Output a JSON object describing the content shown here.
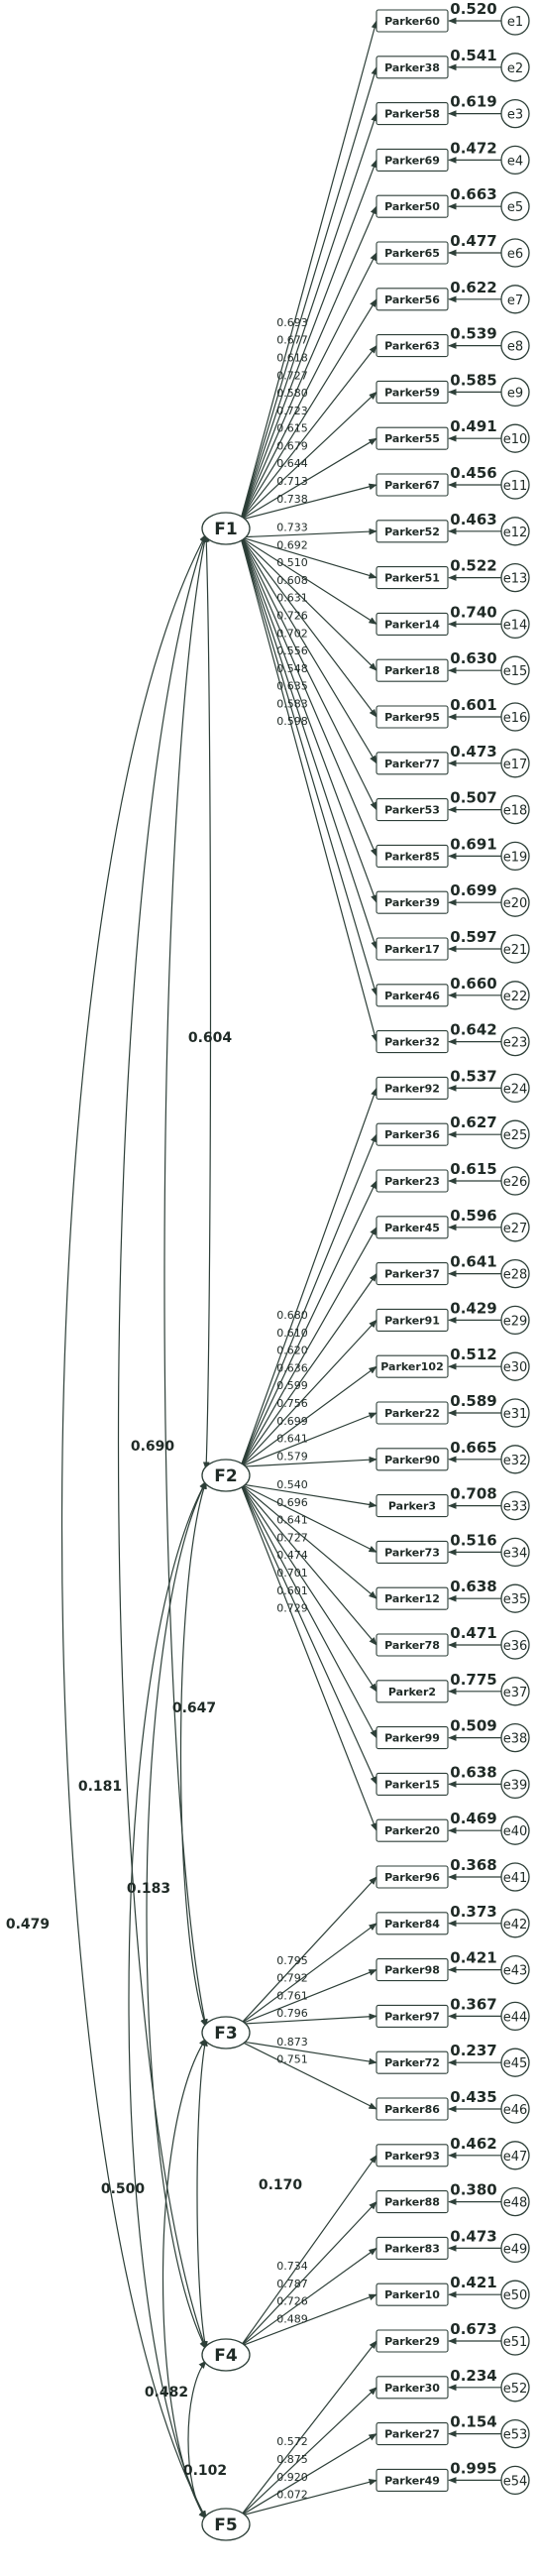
{
  "factors": [
    {
      "id": "F1",
      "label": "F1",
      "items": [
        {
          "name": "Parker60",
          "loading": "0.693",
          "residual": "0.520",
          "error": "e1"
        },
        {
          "name": "Parker38",
          "loading": "0.677",
          "residual": "0.541",
          "error": "e2"
        },
        {
          "name": "Parker58",
          "loading": "0.618",
          "residual": "0.619",
          "error": "e3"
        },
        {
          "name": "Parker69",
          "loading": "0.727",
          "residual": "0.472",
          "error": "e4"
        },
        {
          "name": "Parker50",
          "loading": "0.580",
          "residual": "0.663",
          "error": "e5"
        },
        {
          "name": "Parker65",
          "loading": "0.723",
          "residual": "0.477",
          "error": "e6"
        },
        {
          "name": "Parker56",
          "loading": "0.615",
          "residual": "0.622",
          "error": "e7"
        },
        {
          "name": "Parker63",
          "loading": "0.679",
          "residual": "0.539",
          "error": "e8"
        },
        {
          "name": "Parker59",
          "loading": "0.644",
          "residual": "0.585",
          "error": "e9"
        },
        {
          "name": "Parker55",
          "loading": "0.713",
          "residual": "0.491",
          "error": "e10"
        },
        {
          "name": "Parker67",
          "loading": "0.738",
          "residual": "0.456",
          "error": "e11"
        },
        {
          "name": "Parker52",
          "loading": "0.733",
          "residual": "0.463",
          "error": "e12"
        },
        {
          "name": "Parker51",
          "loading": "0.692",
          "residual": "0.522",
          "error": "e13"
        },
        {
          "name": "Parker14",
          "loading": "0.510",
          "residual": "0.740",
          "error": "e14"
        },
        {
          "name": "Parker18",
          "loading": "0.608",
          "residual": "0.630",
          "error": "e15"
        },
        {
          "name": "Parker95",
          "loading": "0.631",
          "residual": "0.601",
          "error": "e16"
        },
        {
          "name": "Parker77",
          "loading": "0.726",
          "residual": "0.473",
          "error": "e17"
        },
        {
          "name": "Parker53",
          "loading": "0.702",
          "residual": "0.507",
          "error": "e18"
        },
        {
          "name": "Parker85",
          "loading": "0.556",
          "residual": "0.691",
          "error": "e19"
        },
        {
          "name": "Parker39",
          "loading": "0.548",
          "residual": "0.699",
          "error": "e20"
        },
        {
          "name": "Parker17",
          "loading": "0.635",
          "residual": "0.597",
          "error": "e21"
        },
        {
          "name": "Parker46",
          "loading": "0.583",
          "residual": "0.660",
          "error": "e22"
        },
        {
          "name": "Parker32",
          "loading": "0.598",
          "residual": "0.642",
          "error": "e23"
        }
      ]
    },
    {
      "id": "F2",
      "label": "F2",
      "items": [
        {
          "name": "Parker92",
          "loading": "0.680",
          "residual": "0.537",
          "error": "e24"
        },
        {
          "name": "Parker36",
          "loading": "0.610",
          "residual": "0.627",
          "error": "e25"
        },
        {
          "name": "Parker23",
          "loading": "0.620",
          "residual": "0.615",
          "error": "e26"
        },
        {
          "name": "Parker45",
          "loading": "0.636",
          "residual": "0.596",
          "error": "e27"
        },
        {
          "name": "Parker37",
          "loading": "0.599",
          "residual": "0.641",
          "error": "e28"
        },
        {
          "name": "Parker91",
          "loading": "0.756",
          "residual": "0.429",
          "error": "e29"
        },
        {
          "name": "Parker102",
          "loading": "0.699",
          "residual": "0.512",
          "error": "e30"
        },
        {
          "name": "Parker22",
          "loading": "0.641",
          "residual": "0.589",
          "error": "e31"
        },
        {
          "name": "Parker90",
          "loading": "0.579",
          "residual": "0.665",
          "error": "e32"
        },
        {
          "name": "Parker3",
          "loading": "0.540",
          "residual": "0.708",
          "error": "e33"
        },
        {
          "name": "Parker73",
          "loading": "0.696",
          "residual": "0.516",
          "error": "e34"
        },
        {
          "name": "Parker12",
          "loading": "0.641",
          "residual": "0.638",
          "error": "e35"
        },
        {
          "name": "Parker78",
          "loading": "0.727",
          "residual": "0.471",
          "error": "e36"
        },
        {
          "name": "Parker2",
          "loading": "0.474",
          "residual": "0.775",
          "error": "e37"
        },
        {
          "name": "Parker99",
          "loading": "0.701",
          "residual": "0.509",
          "error": "e38"
        },
        {
          "name": "Parker15",
          "loading": "0.601",
          "residual": "0.638",
          "error": "e39"
        },
        {
          "name": "Parker20",
          "loading": "0.729",
          "residual": "0.469",
          "error": "e40"
        }
      ]
    },
    {
      "id": "F3",
      "label": "F3",
      "items": [
        {
          "name": "Parker96",
          "loading": "0.795",
          "residual": "0.368",
          "error": "e41"
        },
        {
          "name": "Parker84",
          "loading": "0.792",
          "residual": "0.373",
          "error": "e42"
        },
        {
          "name": "Parker98",
          "loading": "0.761",
          "residual": "0.421",
          "error": "e43"
        },
        {
          "name": "Parker97",
          "loading": "0.796",
          "residual": "0.367",
          "error": "e44"
        },
        {
          "name": "Parker72",
          "loading": "0.873",
          "residual": "0.237",
          "error": "e45"
        },
        {
          "name": "Parker86",
          "loading": "0.751",
          "residual": "0.435",
          "error": "e46"
        }
      ]
    },
    {
      "id": "F4",
      "label": "F4",
      "items": [
        {
          "name": "Parker93",
          "loading": "0.734",
          "residual": "0.462",
          "error": "e47"
        },
        {
          "name": "Parker88",
          "loading": "0.787",
          "residual": "0.380",
          "error": "e48"
        },
        {
          "name": "Parker83",
          "loading": "0.726",
          "residual": "0.473",
          "error": "e49"
        },
        {
          "name": "Parker10",
          "loading": "0.489",
          "residual": "0.421",
          "error": "e50"
        }
      ]
    },
    {
      "id": "F5",
      "label": "F5",
      "items": [
        {
          "name": "Parker29",
          "loading": "0.572",
          "residual": "0.673",
          "error": "e51"
        },
        {
          "name": "Parker30",
          "loading": "0.875",
          "residual": "0.234",
          "error": "e52"
        },
        {
          "name": "Parker27",
          "loading": "0.920",
          "residual": "0.154",
          "error": "e53"
        },
        {
          "name": "Parker49",
          "loading": "0.072",
          "residual": "0.995",
          "error": "e54"
        }
      ]
    }
  ],
  "correlations": [
    {
      "from": "F1",
      "to": "F2",
      "value": "0.604"
    },
    {
      "from": "F1",
      "to": "F3",
      "value": "0.690"
    },
    {
      "from": "F1",
      "to": "F4",
      "value": "0.181"
    },
    {
      "from": "F1",
      "to": "F5",
      "value": "0.479"
    },
    {
      "from": "F2",
      "to": "F3",
      "value": "0.647"
    },
    {
      "from": "F2",
      "to": "F4",
      "value": "0.183"
    },
    {
      "from": "F2",
      "to": "F5",
      "value": "0.500"
    },
    {
      "from": "F3",
      "to": "F4",
      "value": "0.170"
    },
    {
      "from": "F3",
      "to": "F5",
      "value": "0.482"
    },
    {
      "from": "F4",
      "to": "F5",
      "value": "0.102"
    }
  ]
}
